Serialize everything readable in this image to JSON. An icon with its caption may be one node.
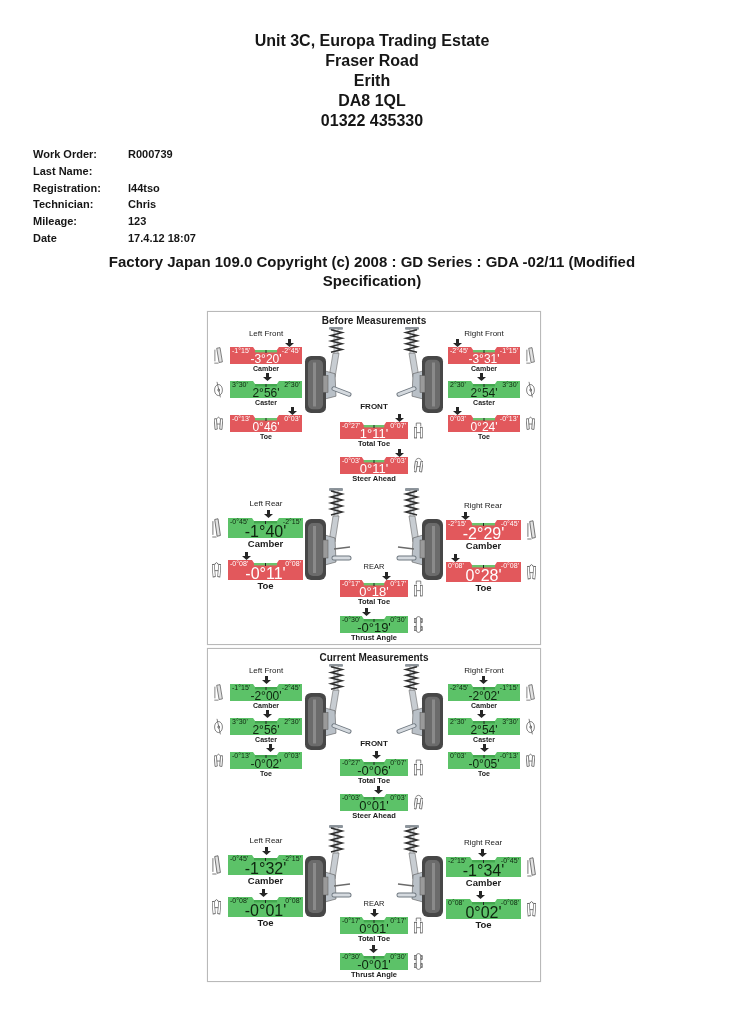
{
  "diagram": {
    "nodes": [
      {
        "text": [
          "Before Measurements",
          "Left Front",
          "Right Front",
          "FRONT",
          "Left Rear",
          "Right Rear",
          "REAR"
        ]
      },
      {
        "text": [
          "-1°15'",
          "-2°45'",
          "-3°20'"
        ],
        "beside": [
          "Camber"
        ],
        "in": 0
      },
      {
        "text": [
          "3°30'",
          "2°30'",
          "2°56'"
        ],
        "beside": [
          "Caster"
        ],
        "in": 0
      },
      {
        "text": [
          "-0°13'",
          "0°03'",
          "0°46'"
        ],
        "beside": [
          "Toe"
        ],
        "in": 0
      },
      {
        "text": [
          "-2°45'",
          "-1°15'",
          "-3°31'"
        ],
        "beside": [
          "Camber"
        ],
        "in": 0
      },
      {
        "text": [
          "2°30'",
          "3°30'",
          "2°54'"
        ],
        "beside": [
          "Caster"
        ],
        "in": 0
      },
      {
        "text": [
          "0°03'",
          "-0°13'",
          "0°24'"
        ],
        "beside": [
          "Toe"
        ],
        "in": 0
      },
      {
        "text": [
          "-0°27'",
          "0°07'",
          "1°11'"
        ],
        "beside": [
          "Total Toe"
        ],
        "in": 0
      },
      {
        "text": [
          "-0°03'",
          "0°03'",
          "0°11'"
        ],
        "beside": [
          "Steer Ahead"
        ],
        "in": 0
      },
      {
        "text": [
          "-0°45'",
          "-2°15'",
          "-1°40'"
        ],
        "beside": [
          "Camber"
        ],
        "in": 0
      },
      {
        "text": [
          "-0°08'",
          "0°08'",
          "-0°11'"
        ],
        "beside": [
          "Toe"
        ],
        "in": 0
      },
      {
        "text": [
          "-2°15'",
          "-0°45'",
          "-2°29'"
        ],
        "beside": [
          "Camber"
        ],
        "in": 0
      },
      {
        "text": [
          "0°08'",
          "-0°08'",
          "0°28'"
        ],
        "beside": [
          "Toe"
        ],
        "in": 0
      },
      {
        "text": [
          "-0°17'",
          "0°17'",
          "0°18'"
        ],
        "beside": [
          "Total Toe"
        ],
        "in": 0
      },
      {
        "text": [
          "-0°30'",
          "0°30'",
          "-0°19'"
        ],
        "beside": [
          "Thrust Angle"
        ],
        "in": 0
      },
      {
        "text": [
          "Current Measurements",
          "Left Front",
          "Right Front",
          "FRONT",
          "Left Rear",
          "Right Rear",
          "REAR"
        ]
      },
      {
        "text": [
          "-1°15'",
          "-2°45'",
          "-2°00'"
        ],
        "beside": [
          "Camber"
        ],
        "in": 15
      },
      {
        "text": [
          "3°30'",
          "2°30'",
          "2°56'"
        ],
        "beside": [
          "Caster"
        ],
        "in": 15
      },
      {
        "text": [
          "-0°13'",
          "0°03'",
          "-0°02'"
        ],
        "beside": [
          "Toe"
        ],
        "in": 15
      },
      {
        "text": [
          "-2°45'",
          "-1°15'",
          "-2°02'"
        ],
        "beside": [
          "Camber"
        ],
        "in": 15
      },
      {
        "text": [
          "2°30'",
          "3°30'",
          "2°54'"
        ],
        "beside": [
          "Caster"
        ],
        "in": 15
      },
      {
        "text": [
          "0°03'",
          "-0°13'",
          "-0°05'"
        ],
        "beside": [
          "Toe"
        ],
        "in": 15
      },
      {
        "text": [
          "-0°27'",
          "0°07'",
          "-0°06'"
        ],
        "beside": [
          "Total Toe"
        ],
        "in": 15
      },
      {
        "text": [
          "-0°03'",
          "0°03'",
          "0°01'"
        ],
        "beside": [
          "Steer Ahead"
        ],
        "in": 15
      },
      {
        "text": [
          "-0°45'",
          "-2°15'",
          "-1°32'"
        ],
        "beside": [
          "Camber"
        ],
        "in": 15
      },
      {
        "text": [
          "-0°08'",
          "0°08'",
          "-0°01'"
        ],
        "beside": [
          "Toe"
        ],
        "in": 15
      },
      {
        "text": [
          "-2°15'",
          "-0°45'",
          "-1°34'"
        ],
        "beside": [
          "Camber"
        ],
        "in": 15
      },
      {
        "text": [
          "0°08'",
          "-0°08'",
          "0°02'"
        ],
        "beside": [
          "Toe"
        ],
        "in": 15
      },
      {
        "text": [
          "-0°17'",
          "0°17'",
          "0°01'"
        ],
        "beside": [
          "Total Toe"
        ],
        "in": 15
      },
      {
        "text": [
          "-0°30'",
          "0°30'",
          "-0°01'"
        ],
        "beside": [
          "Thrust Angle"
        ],
        "in": 15
      }
    ],
    "labels": [
      "Unit 3C, Europa Trading Estate",
      "Fraser Road",
      "Erith",
      "DA8 1QL",
      "01322 435330",
      "Work Order:",
      "R000739",
      "Last Name:",
      "Registration:",
      "l44tso",
      "Technician:",
      "Chris",
      "Mileage:",
      "123",
      "Date",
      "17.4.12 18:07",
      "Factory Japan 109.0 Copyright (c) 2008 : GD Series : GDA -02/11 (Modified Specification)"
    ]
  }
}
